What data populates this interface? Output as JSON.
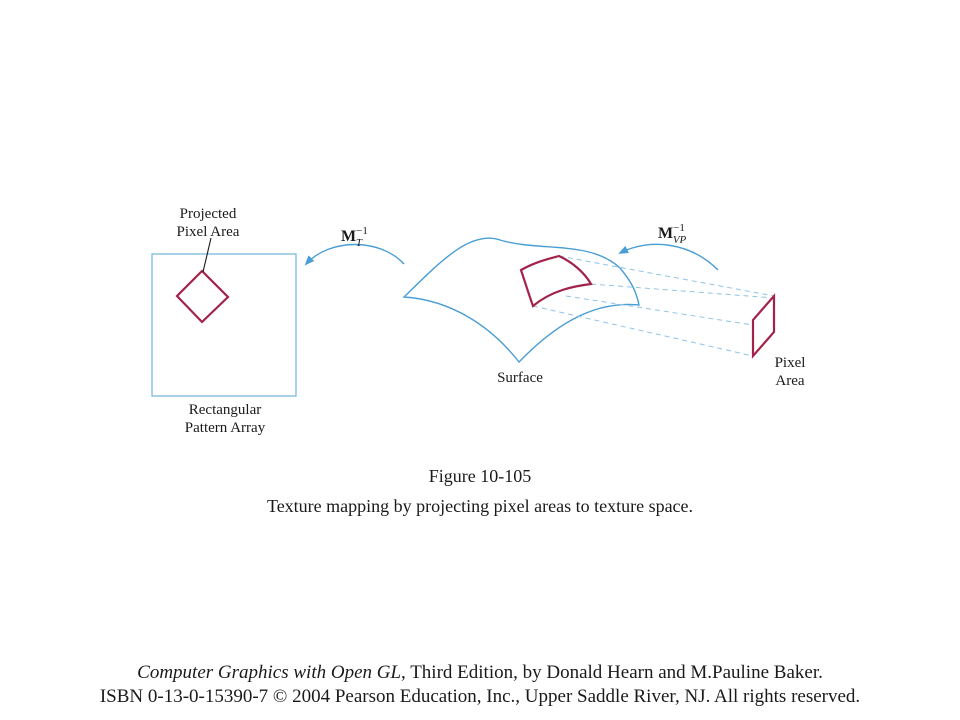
{
  "labels": {
    "projected_line1": "Projected",
    "projected_line2": "Pixel Area",
    "pattern_line1": "Rectangular",
    "pattern_line2": "Pattern Array",
    "surface": "Surface",
    "pixel_line1": "Pixel",
    "pixel_line2": "Area"
  },
  "matrices": {
    "texture": {
      "base": "M",
      "sup": "−1",
      "sub": "T"
    },
    "viewport": {
      "base": "M",
      "sup": "−1",
      "sub": "VP"
    }
  },
  "figure": {
    "number": "Figure 10-105",
    "caption": "Texture mapping by projecting pixel areas to texture space."
  },
  "footer": {
    "title": "Computer Graphics with Open GL",
    "line1_rest": ", Third Edition, by Donald Hearn and M.Pauline Baker.",
    "line2": "ISBN 0-13-0-15390-7 © 2004 Pearson Education, Inc., Upper Saddle River, NJ. All rights reserved."
  },
  "colors": {
    "blue": "#4a9ed6",
    "crimson": "#a3224a",
    "text": "#1a1a1a"
  }
}
